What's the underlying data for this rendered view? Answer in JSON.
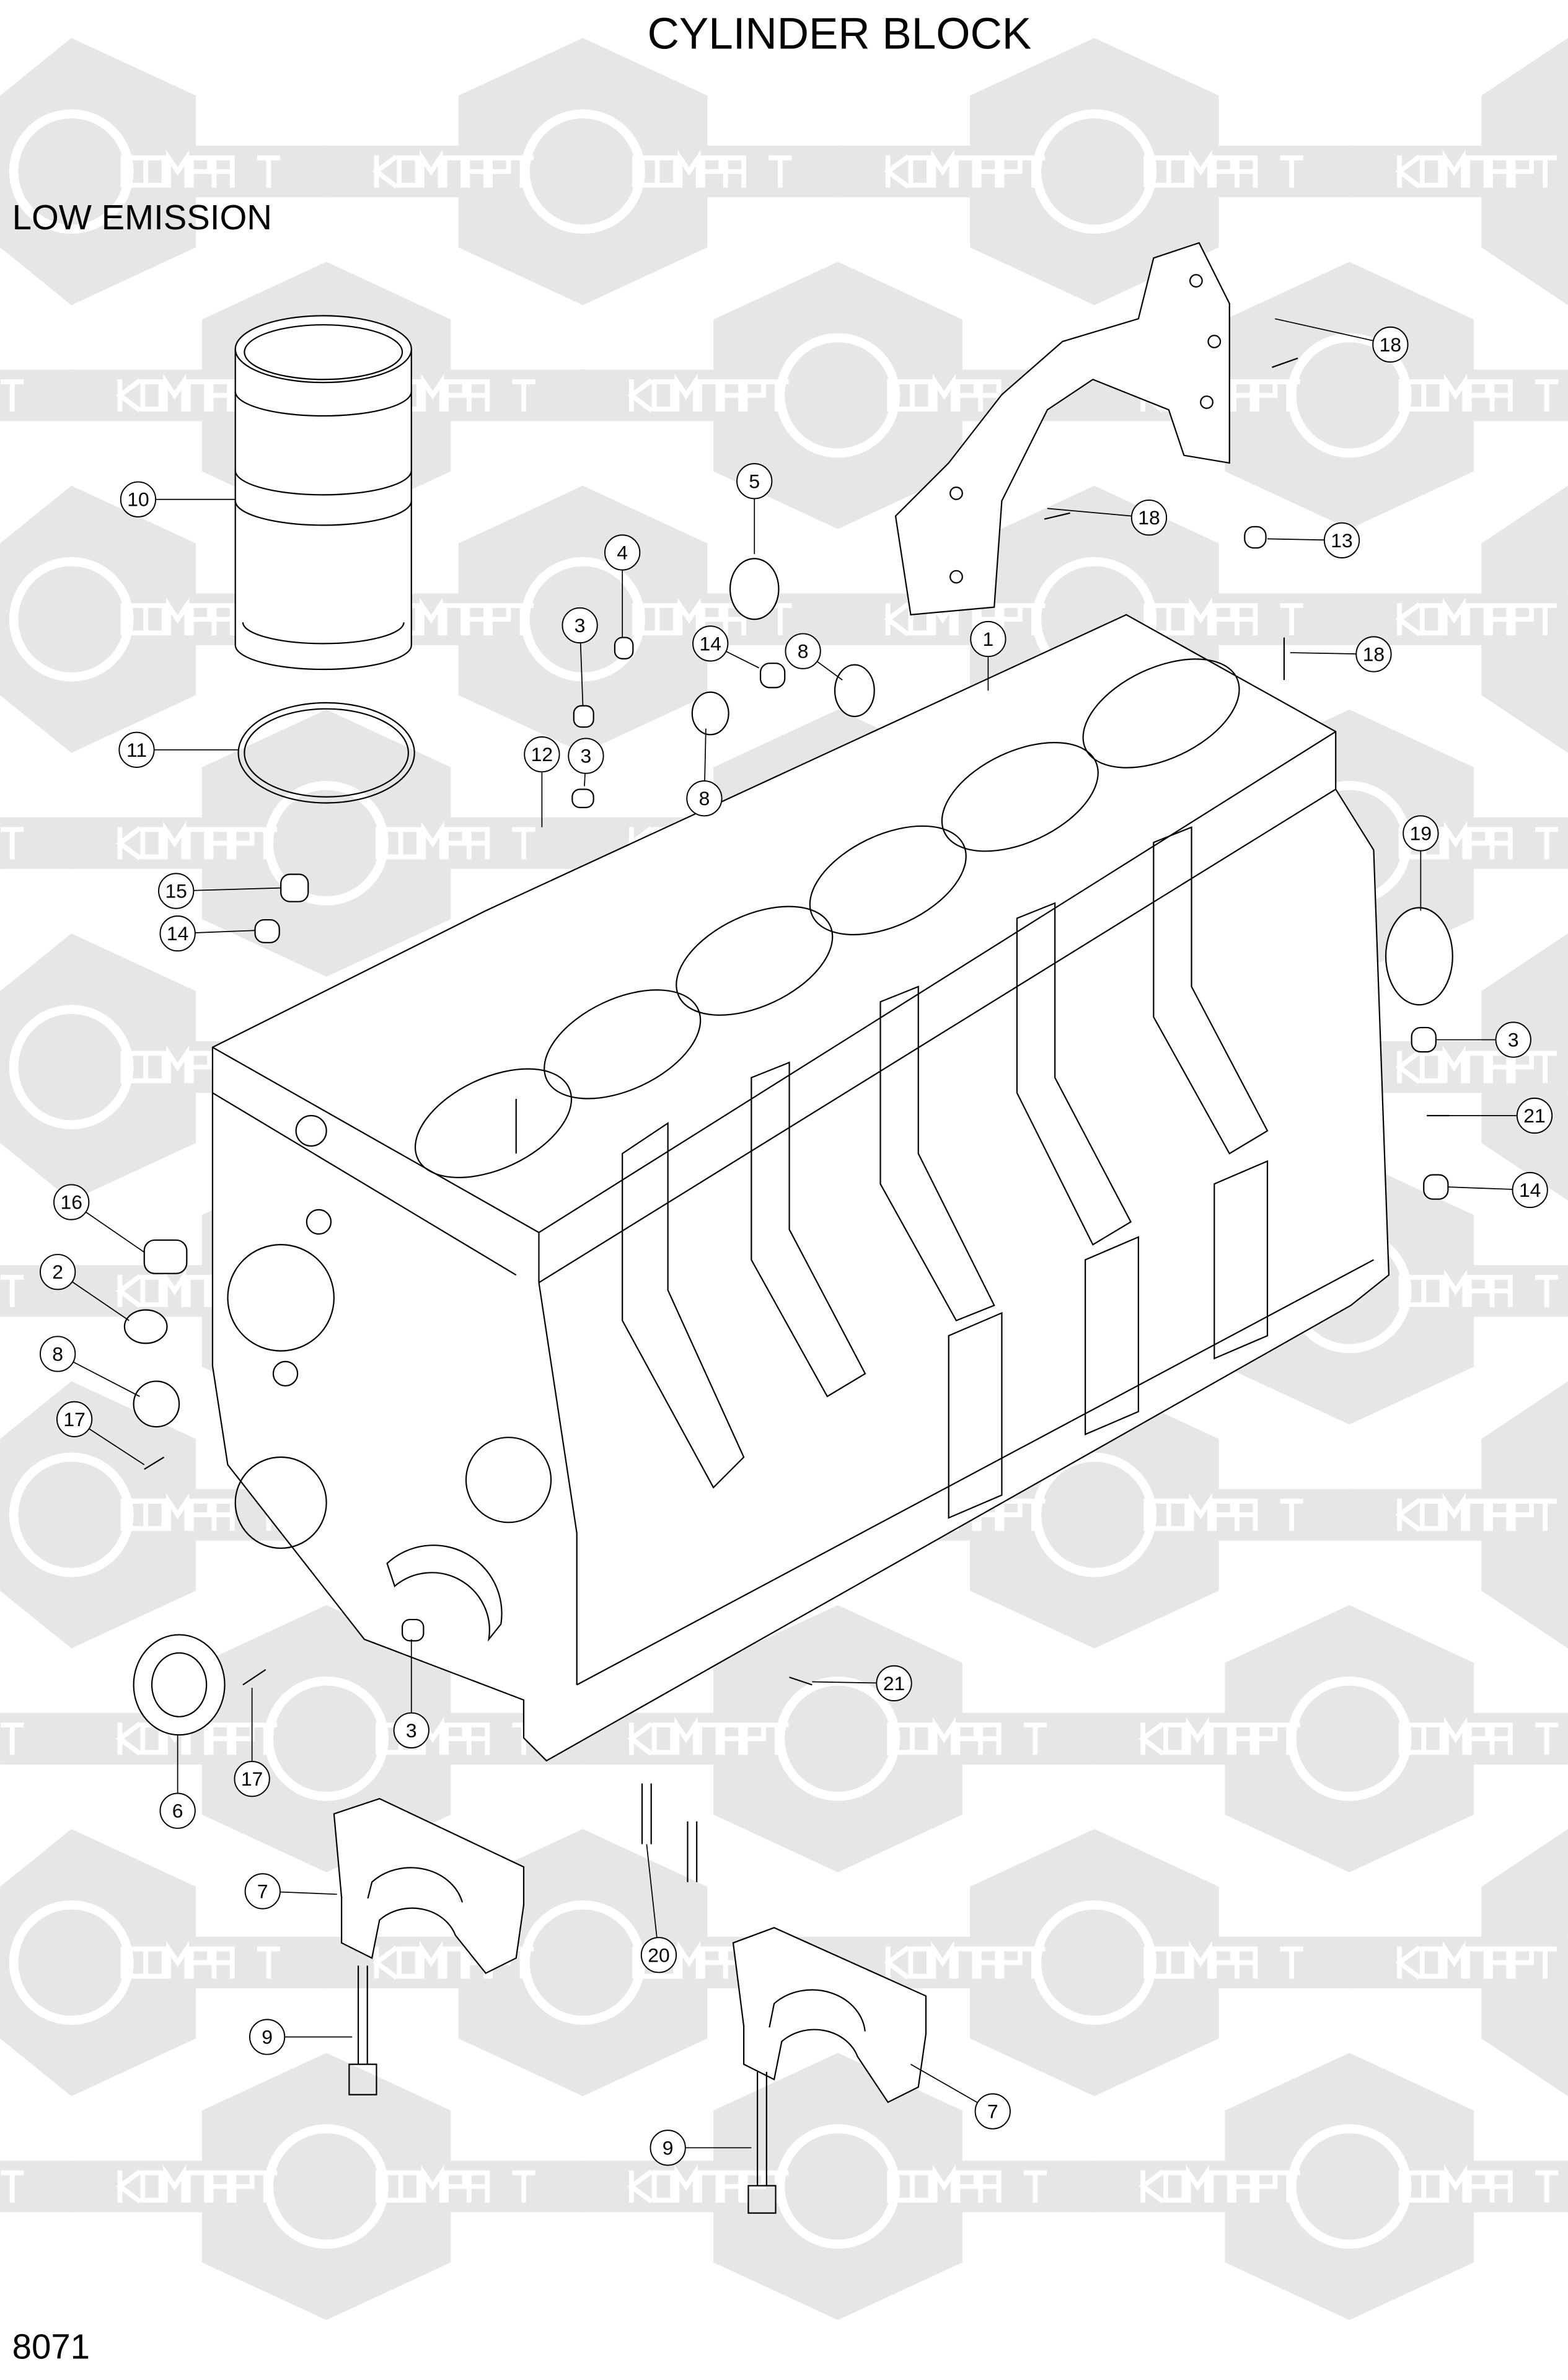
{
  "header": {
    "title": "CYLINDER BLOCK",
    "subtitle": "LOW EMISSION"
  },
  "footer": {
    "page_code": "8071"
  },
  "watermark": {
    "text_left": "КОМПАРТ",
    "text_right": "COMPART",
    "color": "#e6e6e6"
  },
  "callouts": [
    "18",
    "18",
    "13",
    "18",
    "5",
    "4",
    "3",
    "14",
    "8",
    "1",
    "12",
    "3",
    "8",
    "10",
    "11",
    "15",
    "14",
    "19",
    "3",
    "21",
    "14",
    "16",
    "2",
    "8",
    "17",
    "21",
    "3",
    "6",
    "17",
    "7",
    "20",
    "9",
    "7",
    "9"
  ]
}
